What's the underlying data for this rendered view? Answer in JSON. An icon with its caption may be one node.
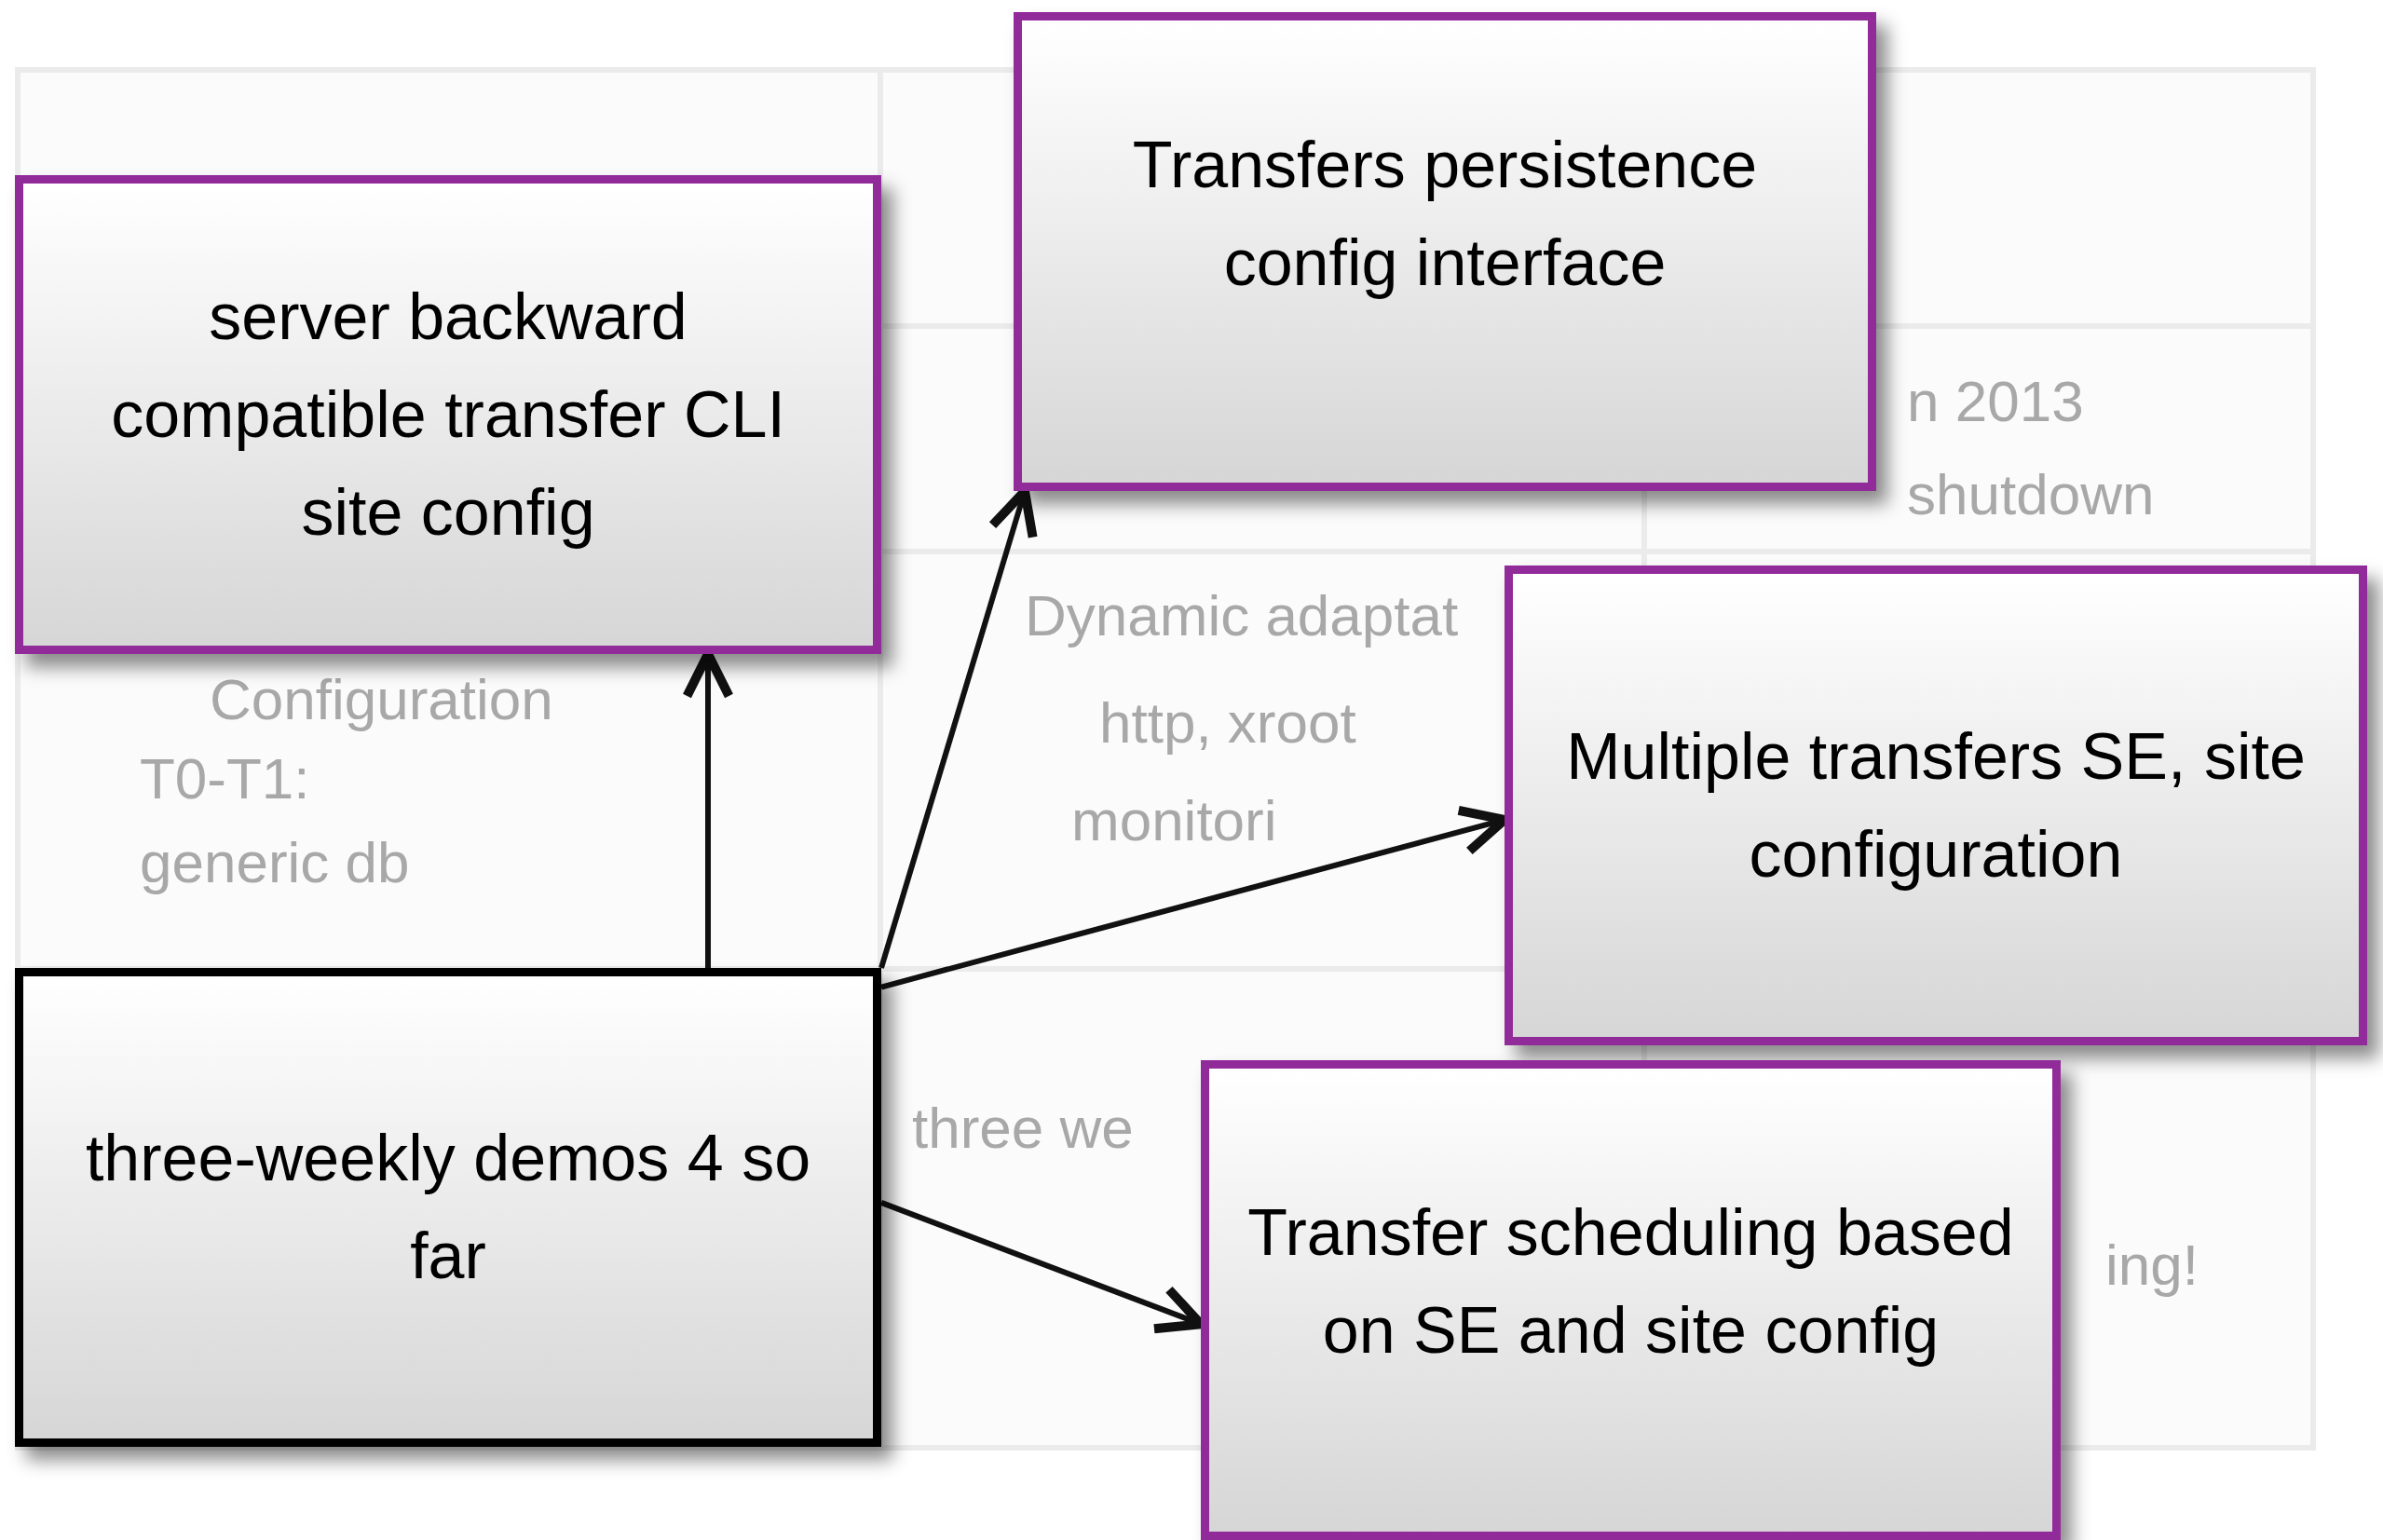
{
  "diagram": {
    "nodes": [
      {
        "text": [
          "server backward compatible transfer CLI site config"
        ]
      },
      {
        "text": [
          "Transfers persistence config interface"
        ]
      },
      {
        "text": [
          "Multiple transfers SE, site configuration"
        ]
      },
      {
        "text": [
          "Transfer scheduling based on SE and site config"
        ]
      },
      {
        "text": [
          "three-weekly demos 4 so far"
        ]
      }
    ],
    "edges": [
      {
        "from": 4,
        "to": 0,
        "arrow": "to"
      },
      {
        "from": 4,
        "to": 1,
        "arrow": "to"
      },
      {
        "from": 4,
        "to": 2,
        "arrow": "to"
      },
      {
        "from": 4,
        "to": 3,
        "arrow": "to"
      }
    ],
    "labels": [
      "n 2013",
      "shutdown",
      "Dynamic adaptat",
      "Configuration",
      "http, xroot",
      "T0-T1:",
      "monitori",
      "generic db",
      "three we",
      "ing!"
    ]
  }
}
